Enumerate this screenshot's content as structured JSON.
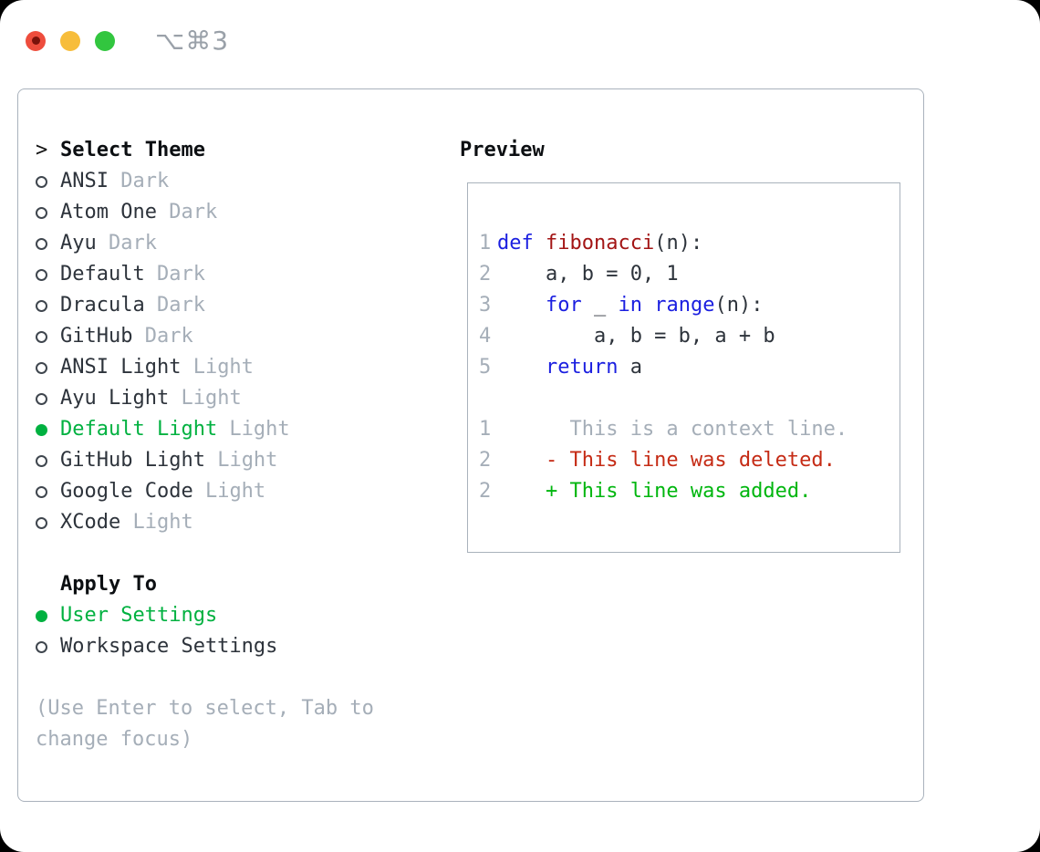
{
  "window": {
    "shortcut_label": "⌥⌘3"
  },
  "colors": {
    "accent_green": "#00b140",
    "diff_added": "#00b60f",
    "diff_deleted": "#c52b15",
    "keyword_blue": "#1b1fe0",
    "function_red": "#a31515",
    "text_dark": "#2d333b",
    "muted_gray": "#a5aeb8",
    "border_gray": "#a9b2bc",
    "traffic_red": "#ee4d3d",
    "traffic_red_dot": "#7a120b",
    "traffic_yellow": "#f7bd3b",
    "traffic_green": "#32c63f",
    "shortcut_gray": "#9aa1a9"
  },
  "theme_panel": {
    "title_prefix": "> ",
    "title": "Select Theme",
    "items": [
      {
        "label": "ANSI",
        "variant": "Dark",
        "selected": false
      },
      {
        "label": "Atom One",
        "variant": "Dark",
        "selected": false
      },
      {
        "label": "Ayu",
        "variant": "Dark",
        "selected": false
      },
      {
        "label": "Default",
        "variant": "Dark",
        "selected": false
      },
      {
        "label": "Dracula",
        "variant": "Dark",
        "selected": false
      },
      {
        "label": "GitHub",
        "variant": "Dark",
        "selected": false
      },
      {
        "label": "ANSI Light",
        "variant": "Light",
        "selected": false
      },
      {
        "label": "Ayu Light",
        "variant": "Light",
        "selected": false
      },
      {
        "label": "Default Light",
        "variant": "Light",
        "selected": true
      },
      {
        "label": "GitHub Light",
        "variant": "Light",
        "selected": false
      },
      {
        "label": "Google Code",
        "variant": "Light",
        "selected": false
      },
      {
        "label": "XCode",
        "variant": "Light",
        "selected": false
      }
    ],
    "apply_to": {
      "title": "Apply To",
      "options": [
        {
          "label": "User Settings",
          "selected": true
        },
        {
          "label": "Workspace Settings",
          "selected": false
        }
      ]
    },
    "hint": "(Use Enter to select, Tab to change focus)"
  },
  "preview": {
    "title": "Preview",
    "code_lines": [
      {
        "num": "1",
        "segments": [
          {
            "t": "def",
            "c": "keyword"
          },
          {
            "t": " ",
            "c": "plain"
          },
          {
            "t": "fibonacci",
            "c": "function"
          },
          {
            "t": "(n):",
            "c": "plain"
          }
        ]
      },
      {
        "num": "2",
        "segments": [
          {
            "t": "    a, b = 0, 1",
            "c": "plain"
          }
        ]
      },
      {
        "num": "3",
        "segments": [
          {
            "t": "    ",
            "c": "plain"
          },
          {
            "t": "for",
            "c": "keyword"
          },
          {
            "t": " _ ",
            "c": "plain"
          },
          {
            "t": "in",
            "c": "keyword"
          },
          {
            "t": " ",
            "c": "plain"
          },
          {
            "t": "range",
            "c": "keyword"
          },
          {
            "t": "(n):",
            "c": "plain"
          }
        ]
      },
      {
        "num": "4",
        "segments": [
          {
            "t": "        a, b = b, a + b",
            "c": "plain"
          }
        ]
      },
      {
        "num": "5",
        "segments": [
          {
            "t": "    ",
            "c": "plain"
          },
          {
            "t": "return",
            "c": "keyword"
          },
          {
            "t": " a",
            "c": "plain"
          }
        ]
      },
      {
        "num": "",
        "segments": []
      },
      {
        "num": "1",
        "segments": [
          {
            "t": "      This is a context line.",
            "c": "context"
          }
        ]
      },
      {
        "num": "2",
        "segments": [
          {
            "t": "    - This line was deleted.",
            "c": "deleted"
          }
        ]
      },
      {
        "num": "2",
        "segments": [
          {
            "t": "    + This line was added.",
            "c": "added"
          }
        ]
      }
    ]
  }
}
